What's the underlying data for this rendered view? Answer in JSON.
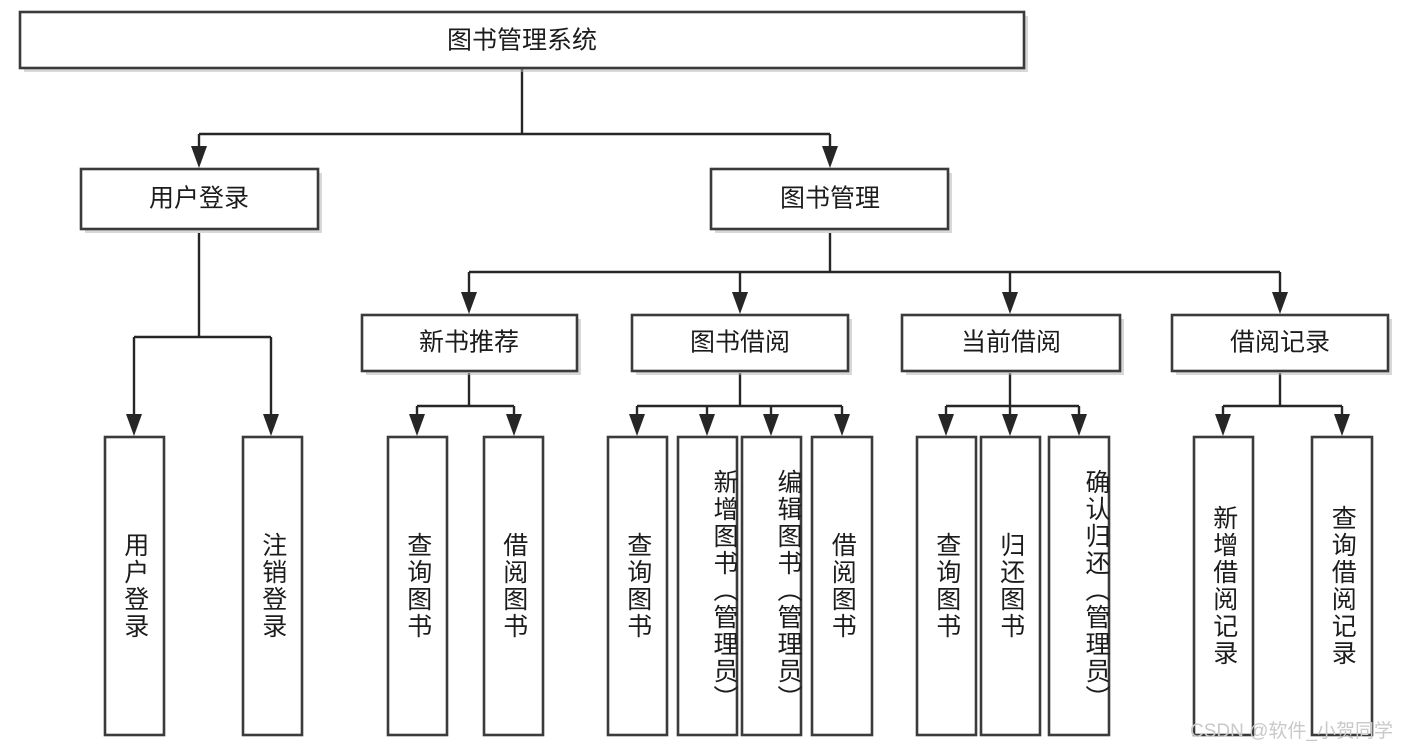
{
  "diagram": {
    "title": "图书管理系统",
    "type": "tree",
    "watermark": "CSDN @软件_小贺同学",
    "colors": {
      "box_stroke": "#3b3b3b",
      "connector": "#262626",
      "text": "#1c1c1c",
      "background": "#ffffff",
      "watermark": "#c9c9c9"
    },
    "levels": {
      "root": "图书管理系统",
      "level2": [
        "用户登录",
        "图书管理"
      ],
      "level3": [
        "新书推荐",
        "图书借阅",
        "当前借阅",
        "借阅记录"
      ]
    },
    "nodes": {
      "root": {
        "label": "图书管理系统"
      },
      "user_login": {
        "label": "用户登录"
      },
      "book_manage": {
        "label": "图书管理"
      },
      "new_book_rec": {
        "label": "新书推荐"
      },
      "book_borrow": {
        "label": "图书借阅"
      },
      "current_borrow": {
        "label": "当前借阅"
      },
      "borrow_record": {
        "label": "借阅记录"
      },
      "leaf_user_login": {
        "label": "用户登录"
      },
      "leaf_logout": {
        "label": "注销登录"
      },
      "leaf_query_book_1": {
        "label": "查询图书"
      },
      "leaf_borrow_book_1": {
        "label": "借阅图书"
      },
      "leaf_query_book_2": {
        "label": "查询图书"
      },
      "leaf_add_book_admin": {
        "label": "新增图书（管理员）"
      },
      "leaf_edit_book_admin": {
        "label": "编辑图书（管理员）"
      },
      "leaf_borrow_book_2": {
        "label": "借阅图书"
      },
      "leaf_query_book_3": {
        "label": "查询图书"
      },
      "leaf_return_book": {
        "label": "归还图书"
      },
      "leaf_confirm_return_admin": {
        "label": "确认归还（管理员）"
      },
      "leaf_add_record": {
        "label": "新增借阅记录"
      },
      "leaf_query_record": {
        "label": "查询借阅记录"
      }
    },
    "edges": [
      {
        "from": "图书管理系统",
        "to": "用户登录"
      },
      {
        "from": "图书管理系统",
        "to": "图书管理"
      },
      {
        "from": "用户登录",
        "to": "用户登录"
      },
      {
        "from": "用户登录",
        "to": "注销登录"
      },
      {
        "from": "图书管理",
        "to": "新书推荐"
      },
      {
        "from": "图书管理",
        "to": "图书借阅"
      },
      {
        "from": "图书管理",
        "to": "当前借阅"
      },
      {
        "from": "图书管理",
        "to": "借阅记录"
      },
      {
        "from": "新书推荐",
        "to": "查询图书"
      },
      {
        "from": "新书推荐",
        "to": "借阅图书"
      },
      {
        "from": "图书借阅",
        "to": "查询图书"
      },
      {
        "from": "图书借阅",
        "to": "新增图书（管理员）"
      },
      {
        "from": "图书借阅",
        "to": "编辑图书（管理员）"
      },
      {
        "from": "图书借阅",
        "to": "借阅图书"
      },
      {
        "from": "当前借阅",
        "to": "查询图书"
      },
      {
        "from": "当前借阅",
        "to": "归还图书"
      },
      {
        "from": "当前借阅",
        "to": "确认归还（管理员）"
      },
      {
        "from": "借阅记录",
        "to": "新增借阅记录"
      },
      {
        "from": "借阅记录",
        "to": "查询借阅记录"
      }
    ]
  }
}
